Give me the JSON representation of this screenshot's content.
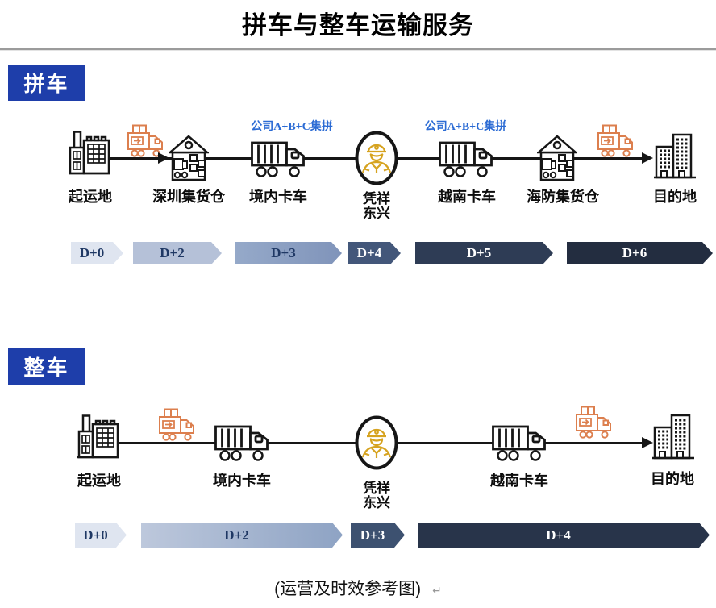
{
  "title": "拼车与整车运输服务",
  "caption": "(运营及时效参考图)",
  "caption_mark": "↵",
  "colors": {
    "header_bg": "#1e3eaa",
    "note": "#2b6bd4",
    "ink": "#161616",
    "orange": "#dc7f4e",
    "gold": "#d6a320",
    "navy_text": "#1f3864"
  },
  "ltl": {
    "header": "拼车",
    "notes": [
      "公司A+B+C集拼",
      "公司A+B+C集拼"
    ],
    "nodes": {
      "origin": "起运地",
      "sz_warehouse": "深圳集货仓",
      "cn_truck": "境内卡车",
      "border_line1": "凭祥",
      "border_line2": "东兴",
      "vn_truck": "越南卡车",
      "hp_warehouse": "海防集货仓",
      "destination": "目的地"
    },
    "timeline": [
      {
        "label": "D+0",
        "fill": "#dfe5f0",
        "text_color": "#1f3864"
      },
      {
        "label": "D+2",
        "fill": "#b5c1d8",
        "text_color": "#1f3864"
      },
      {
        "label": "D+3",
        "fill": {
          "start": "#95a9c9",
          "end": "#8094ba"
        },
        "text_color": "#1f3864"
      },
      {
        "label": "D+4",
        "fill": "#43577a",
        "text_color": "#ffffff"
      },
      {
        "label": "D+5",
        "fill": "#2e3c55",
        "text_color": "#ffffff"
      },
      {
        "label": "D+6",
        "fill": "#232d40",
        "text_color": "#ffffff"
      }
    ]
  },
  "ftl": {
    "header": "整车",
    "nodes": {
      "origin": "起运地",
      "cn_truck": "境内卡车",
      "border_line1": "凭祥",
      "border_line2": "东兴",
      "vn_truck": "越南卡车",
      "destination": "目的地"
    },
    "timeline": [
      {
        "label": "D+0",
        "fill": "#dfe5f0",
        "text_color": "#1f3864"
      },
      {
        "label": "D+2",
        "fill": {
          "start": "#bdc8dc",
          "end": "#8ea3c4"
        },
        "text_color": "#1f3864"
      },
      {
        "label": "D+3",
        "fill": "#3d5170",
        "text_color": "#ffffff"
      },
      {
        "label": "D+4",
        "fill": "#28344a",
        "text_color": "#ffffff"
      }
    ]
  }
}
